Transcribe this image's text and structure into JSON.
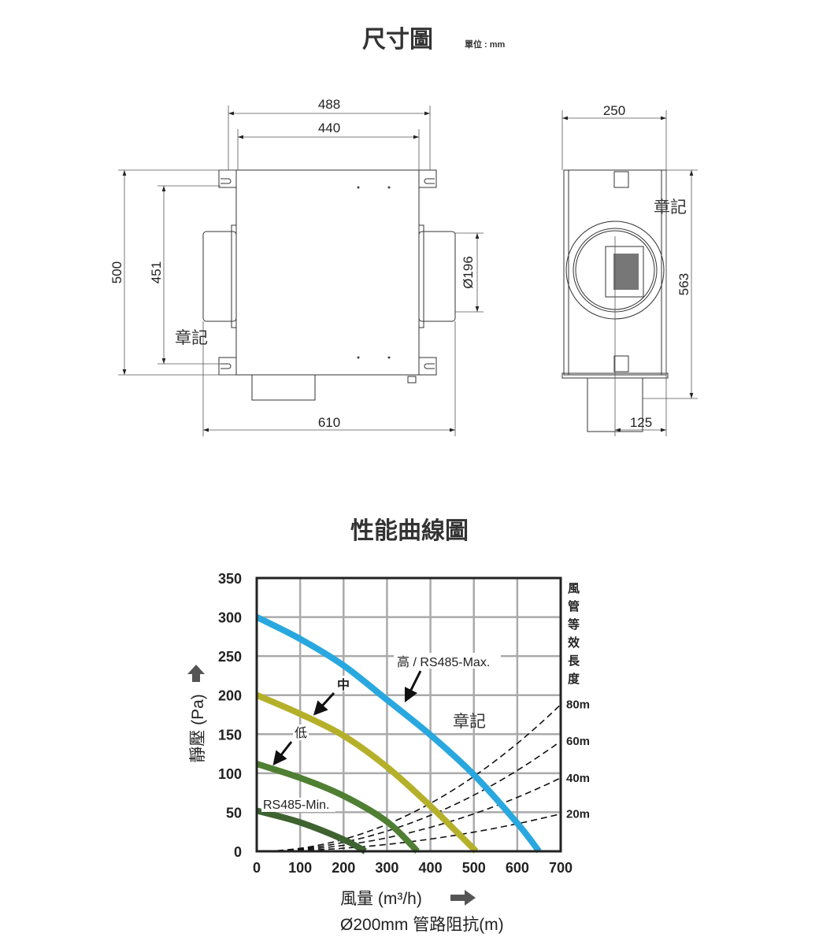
{
  "dimension_drawing": {
    "title": "尺寸圖",
    "unit": "單位 : mm",
    "front_view": {
      "width_outer": "488",
      "width_inner": "440",
      "height_outer": "500",
      "height_inner": "451",
      "duct_diameter": "Ø196",
      "total_length": "610",
      "watermark": "章記"
    },
    "side_view": {
      "width": "250",
      "height": "563",
      "outlet_offset": "125",
      "watermark": "章記"
    }
  },
  "chart_data": {
    "type": "line",
    "title": "性能曲線圖",
    "xlabel": "風量 (m³/h)",
    "xlabel2": "Ø200mm 管路阻抗(m)",
    "ylabel": "靜壓 (Pa)",
    "right_label": [
      "風",
      "管",
      "等",
      "效",
      "長",
      "度"
    ],
    "xlim": [
      0,
      700
    ],
    "ylim": [
      0,
      350
    ],
    "xticks": [
      "0",
      "100",
      "200",
      "300",
      "400",
      "500",
      "600",
      "700"
    ],
    "yticks": [
      "0",
      "50",
      "100",
      "150",
      "200",
      "250",
      "300",
      "350"
    ],
    "grid": true,
    "watermark": "章記",
    "series": [
      {
        "name": "高 / RS485-Max.",
        "color": "#29a8df",
        "x": [
          0,
          100,
          200,
          300,
          400,
          500,
          600,
          650
        ],
        "y": [
          300,
          272,
          238,
          194,
          149,
          98,
          36,
          0
        ]
      },
      {
        "name": "中",
        "color": "#b5b02a",
        "x": [
          0,
          100,
          200,
          300,
          400,
          505
        ],
        "y": [
          200,
          176,
          148,
          108,
          58,
          0
        ]
      },
      {
        "name": "低",
        "color": "#4f7f33",
        "x": [
          0,
          100,
          200,
          300,
          370
        ],
        "y": [
          112,
          94,
          71,
          38,
          0
        ]
      },
      {
        "name": "RS485-Min.",
        "color": "#3e6330",
        "x": [
          0,
          100,
          200,
          250
        ],
        "y": [
          52,
          37,
          15,
          0
        ]
      }
    ],
    "duct_resistance": [
      {
        "name": "80m",
        "pressure_at_700": 188
      },
      {
        "name": "60m",
        "pressure_at_700": 141
      },
      {
        "name": "40m",
        "pressure_at_700": 94
      },
      {
        "name": "20m",
        "pressure_at_700": 48
      }
    ]
  }
}
